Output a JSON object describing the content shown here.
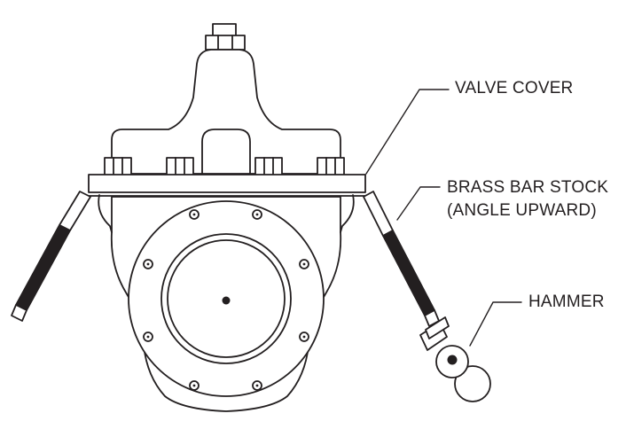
{
  "labels": {
    "valve_cover": "VALVE COVER",
    "brass_bar_stock_line1": "BRASS BAR STOCK",
    "brass_bar_stock_line2": "(ANGLE UPWARD)",
    "hammer": "HAMMER"
  },
  "colors": {
    "stroke": "#231f20",
    "fill": "#ffffff"
  }
}
